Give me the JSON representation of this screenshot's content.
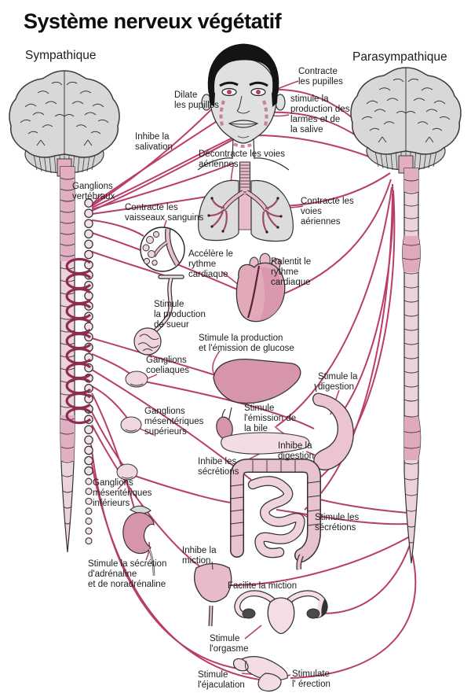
{
  "title": "Système nerveux végétatif",
  "sections": {
    "left": "Sympathique",
    "right": "Parasympathique"
  },
  "colors": {
    "nerve": "#b83d6c",
    "ganglion_loop": "#8e2b53",
    "cord_pink": "#ecd2db",
    "cord_dark_pink": "#e2aec1",
    "organ_pink": "#e2aab9",
    "organ_dark_pink": "#d795ab",
    "organ_light_pink": "#f0d6de",
    "gray_tissue": "#dcdcdc",
    "outline": "#333333"
  },
  "labels": {
    "contracte_pupilles": "Contracte\nles pupilles",
    "dilate_pupilles": "Dilate\nles pupilles",
    "stimule_larmes": "stimule la\nproduction des\nlarmes et de\nla salive",
    "inhibe_salivation": "Inhibe la\nsalivation",
    "decontracte_voies": "Décontracte les voies\naériennes",
    "ganglions_vertebraux": "Ganglions\nvertébraux",
    "contracte_vaisseaux": "Contracte les\nvaisseaux sanguins",
    "contracte_voies": "Contracte les\nvoies\naériennes",
    "accelere_rythme": "Accélère le\nrythme\ncardiaque",
    "ralentit_rythme": "Ralentit le\nrythme\ncardiaque",
    "stimule_sueur": "Stimule\nla production\nde sueur",
    "stimule_glucose": "Stimule la production\net l'émission de glucose",
    "ganglions_coeliaques": "Ganglions\ncoeliaques",
    "stimule_digestion": "Stimule la\ndigestion",
    "ganglions_mesenteriques_superieurs": "Ganglions\nmésentériques\nsupérieurs",
    "stimule_bile": "Stimule\nl'émission de\nla bile",
    "inhibe_digestion": "Inhibe la\ndigestion",
    "inhibe_secretions": "Inhibe les\nsécrétions",
    "ganglions_mesenteriques_inferieurs": "Ganglions\nmésentériques\ninférieurs",
    "stimule_secretions": "Stimule les\nsécrétions",
    "inhibe_miction": "Inhibe la\nmiction",
    "stimule_adrenaline": "Stimule la sécrétion\nd'adrénaline\net de noradrénaline",
    "facilite_miction": "Facilite la miction",
    "stimule_orgasme": "Stimule\nl'orgasme",
    "stimule_ejaculation": "Stimule\nl'éjaculation",
    "stimulate_erection": "Stimulate\nl' érection"
  }
}
